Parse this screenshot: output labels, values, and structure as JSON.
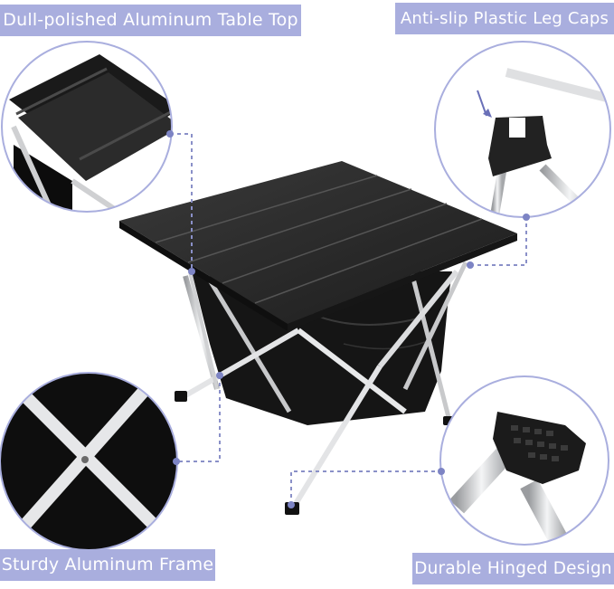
{
  "callouts": {
    "top_left": "Dull-polished Aluminum Table Top",
    "top_right": "Anti-slip Plastic Leg Caps",
    "bottom_left": "Sturdy Aluminum Frame",
    "bottom_right": "Durable Hinged Design"
  },
  "colors": {
    "label_background": "#a9aede",
    "label_text": "#ffffff",
    "dashed_leader": "#8a90c8",
    "circle_border": "#a9aede",
    "table_top": "#2b2b2b",
    "frame": "#d9dadc"
  }
}
